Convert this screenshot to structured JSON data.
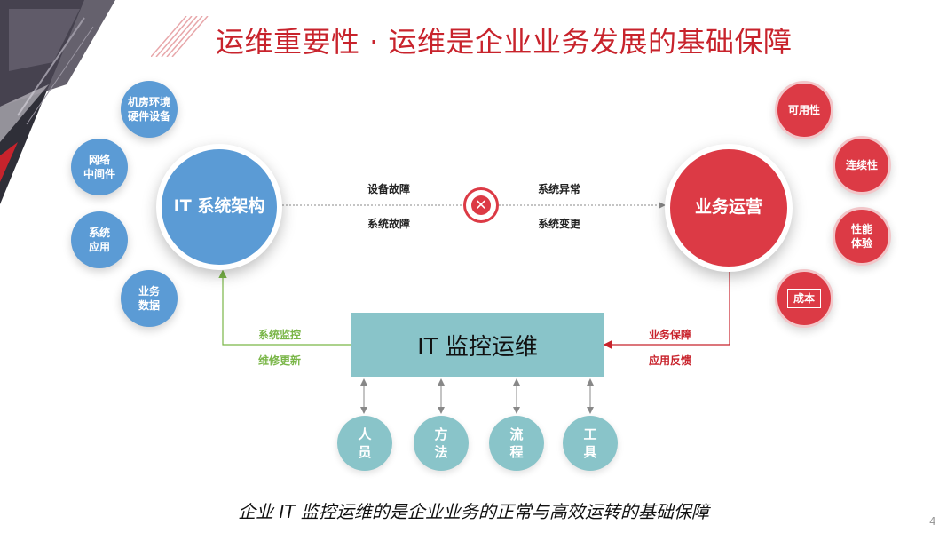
{
  "title": "运维重要性 · 运维是企业业务发展的基础保障",
  "left_nodes": [
    "机房环境\n硬件设备",
    "网络\n中间件",
    "系统\n应用",
    "业务\n数据"
  ],
  "it_arch": "IT 系统架构",
  "business": "业务运营",
  "right_nodes": [
    "可用性",
    "连续性",
    "性能\n体验",
    "成本"
  ],
  "middle_labels": {
    "top_left": "设备故障",
    "bottom_left": "系统故障",
    "top_right": "系统异常",
    "bottom_right": "系统变更"
  },
  "monitor_box": "IT 监控运维",
  "left_feedback": [
    "系统监控",
    "维修更新"
  ],
  "right_feedback": [
    "业务保障",
    "应用反馈"
  ],
  "bottom_nodes": [
    "人\n员",
    "方\n法",
    "流\n程",
    "工\n具"
  ],
  "subtitle": "企业 IT 监控运维的是企业业务的正常与高效运转的基础保障",
  "page_number": "4",
  "colors": {
    "accent_red": "#c8232c",
    "blue": "#5b9bd5",
    "red": "#dc3a45",
    "teal": "#89c4c9",
    "green": "#7ab648"
  }
}
